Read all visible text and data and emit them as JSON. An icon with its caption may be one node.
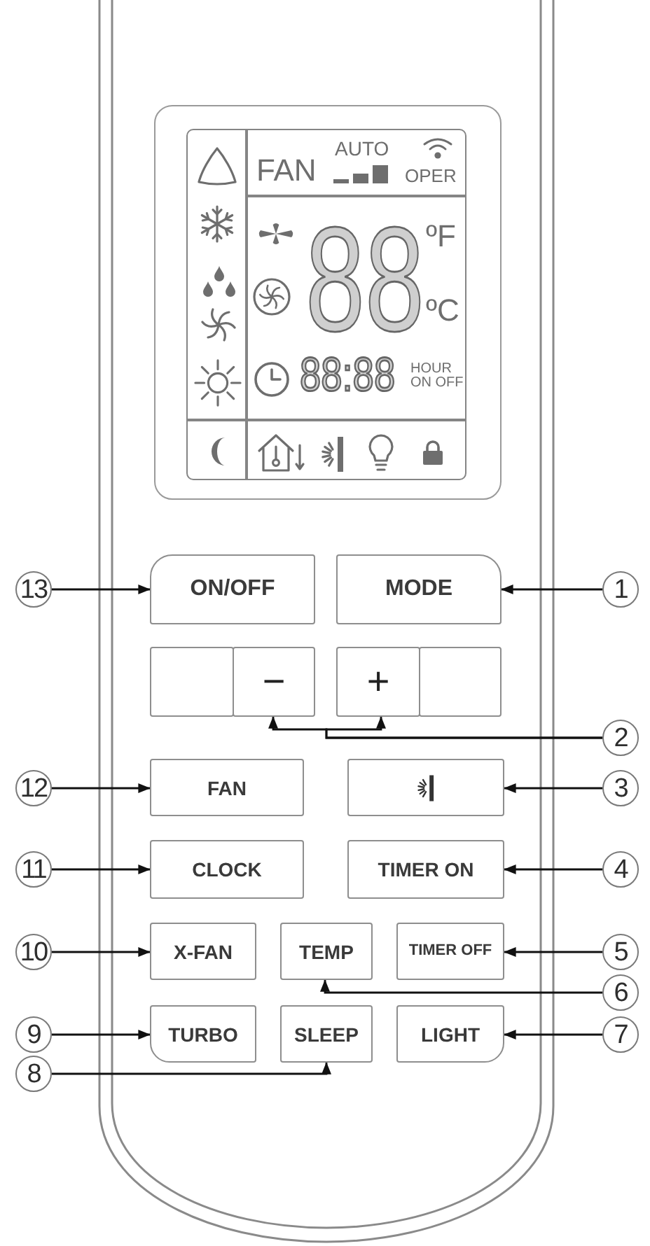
{
  "diagram": {
    "nodes": [
      {
        "text": [
          "FAN",
          "AUTO",
          "OPER",
          "88",
          "ºF",
          "ºC",
          "88:88",
          "HOUR",
          "ON OFF"
        ]
      },
      {
        "text": [
          "13"
        ]
      },
      {
        "text": [
          "ON/OFF"
        ]
      },
      {
        "text": [
          "MODE"
        ]
      },
      {
        "text": [
          "1"
        ]
      },
      {
        "text": [],
        "shape": "box"
      },
      {
        "text": [
          "−"
        ]
      },
      {
        "text": [
          "+"
        ]
      },
      {
        "text": [],
        "shape": "box"
      },
      {
        "text": [
          "2"
        ]
      },
      {
        "text": [
          "12"
        ]
      },
      {
        "text": [
          "FAN"
        ]
      },
      {
        "text": [],
        "shape": "box"
      },
      {
        "text": [
          "3"
        ]
      },
      {
        "text": [
          "11"
        ]
      },
      {
        "text": [
          "CLOCK"
        ]
      },
      {
        "text": [
          "TIMER ON"
        ]
      },
      {
        "text": [
          "4"
        ]
      },
      {
        "text": [
          "10"
        ]
      },
      {
        "text": [
          "X-FAN"
        ]
      },
      {
        "text": [
          "TEMP"
        ]
      },
      {
        "text": [
          "TIMER OFF"
        ]
      },
      {
        "text": [
          "5"
        ]
      },
      {
        "text": [
          "6"
        ]
      },
      {
        "text": [
          "9"
        ]
      },
      {
        "text": [
          "TURBO"
        ]
      },
      {
        "text": [
          "SLEEP"
        ]
      },
      {
        "text": [
          "LIGHT"
        ]
      },
      {
        "text": [
          "7"
        ]
      },
      {
        "text": [
          "8"
        ]
      }
    ],
    "edges": [
      {
        "from": 1,
        "to": 2,
        "arrow": "to"
      },
      {
        "from": 4,
        "to": 3,
        "arrow": "to"
      },
      {
        "from": 9,
        "to": 6,
        "arrow": "to"
      },
      {
        "from": 9,
        "to": 7,
        "arrow": "to"
      },
      {
        "from": 10,
        "to": 11,
        "arrow": "to"
      },
      {
        "from": 13,
        "to": 12,
        "arrow": "to"
      },
      {
        "from": 14,
        "to": 15,
        "arrow": "to"
      },
      {
        "from": 17,
        "to": 16,
        "arrow": "to"
      },
      {
        "from": 18,
        "to": 19,
        "arrow": "to"
      },
      {
        "from": 22,
        "to": 21,
        "arrow": "to"
      },
      {
        "from": 23,
        "to": 20,
        "arrow": "to"
      },
      {
        "from": 24,
        "to": 25,
        "arrow": "to"
      },
      {
        "from": 28,
        "to": 27,
        "arrow": "to"
      },
      {
        "from": 29,
        "to": 26,
        "arrow": "to"
      }
    ]
  }
}
